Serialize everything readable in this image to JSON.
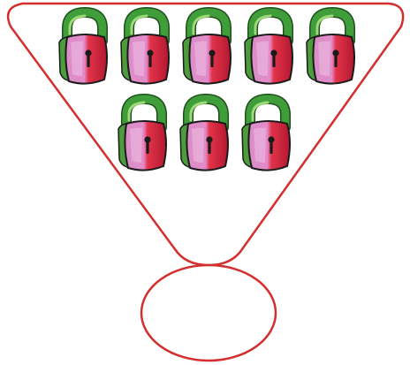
{
  "diagram": {
    "outline_color": "#d32f2f",
    "shape": "funnel-to-circle",
    "answer_circle_value": "",
    "lock_icon": "padlock-icon",
    "lock_count": 8,
    "lock_rows": [
      5,
      3
    ]
  },
  "colors": {
    "shackle": "#3f9e3a",
    "shackle_highlight": "#9ed97a",
    "body_pink": "#d98fc8",
    "body_pink_light": "#eab5dd",
    "body_red": "#e2334a",
    "body_red_dark": "#b3182f",
    "side_green": "#4c9c3c",
    "keyhole": "#1a1a1a"
  }
}
